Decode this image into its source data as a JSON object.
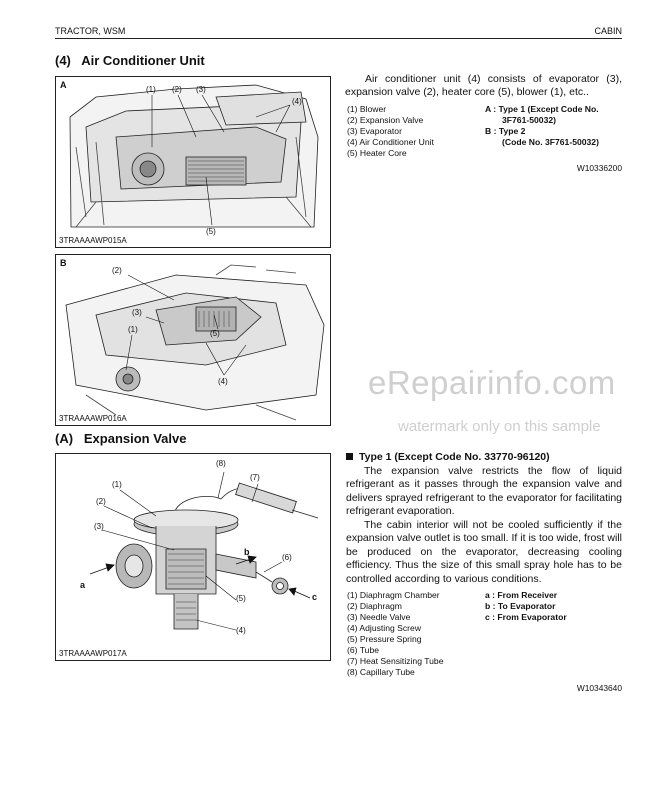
{
  "header": {
    "left": "TRACTOR, WSM",
    "right": "CABIN"
  },
  "section1": {
    "title": "(4)   Air Conditioner Unit",
    "fig_a": {
      "label": "A",
      "code": "3TRAAAAWP015A",
      "callouts": [
        "(1)",
        "(2)",
        "(3)",
        "(4)",
        "(5)"
      ]
    },
    "fig_b": {
      "label": "B",
      "code": "3TRAAAAWP016A",
      "callouts": [
        "(2)",
        "(3)",
        "(1)",
        "(5)",
        "(4)"
      ]
    },
    "description": "Air conditioner unit (4) consists of evaporator (3), expansion valve (2), heater core (5), blower (1), etc..",
    "parts": [
      "(1)  Blower",
      "(2)  Expansion Valve",
      "(3)  Evaporator",
      "(4)  Air Conditioner Unit",
      "(5)  Heater Core"
    ],
    "types": [
      "A :  Type 1 (Except Code No.",
      "3F761-50032)",
      "B :  Type 2",
      "(Code No. 3F761-50032)"
    ],
    "ref_code": "W10336200"
  },
  "watermark": {
    "site": "eRepairinfo.com",
    "note": "watermark only on this sample"
  },
  "section2": {
    "title": "(A)   Expansion Valve",
    "fig": {
      "code": "3TRAAAAWP017A",
      "callouts": [
        "(8)",
        "(7)",
        "(1)",
        "(2)",
        "(3)",
        "(6)",
        "(5)",
        "(4)"
      ],
      "flow": [
        "a",
        "b",
        "c"
      ]
    },
    "type_heading": "Type 1 (Except Code No. 33770-96120)",
    "para1": "The expansion valve restricts the flow of liquid refrigerant as it passes through the expansion valve and delivers sprayed refrigerant to the evaporator for facilitating refrigerant evaporation.",
    "para2": "The cabin interior will not be cooled sufficiently if the expansion valve outlet is too small.  If it is too wide, frost will be produced on the evaporator, decreasing cooling efficiency.  Thus the size of this small spray hole has to be controlled according to various conditions.",
    "parts": [
      "(1)  Diaphragm Chamber",
      "(2)  Diaphragm",
      "(3)  Needle Valve",
      "(4)  Adjusting Screw",
      "(5)  Pressure Spring",
      "(6)  Tube",
      "(7)  Heat Sensitizing Tube",
      "(8)  Capillary Tube"
    ],
    "flows": [
      "a :  From Receiver",
      "b :  To Evaporator",
      "c :  From Evaporator"
    ],
    "ref_code": "W10343640"
  }
}
